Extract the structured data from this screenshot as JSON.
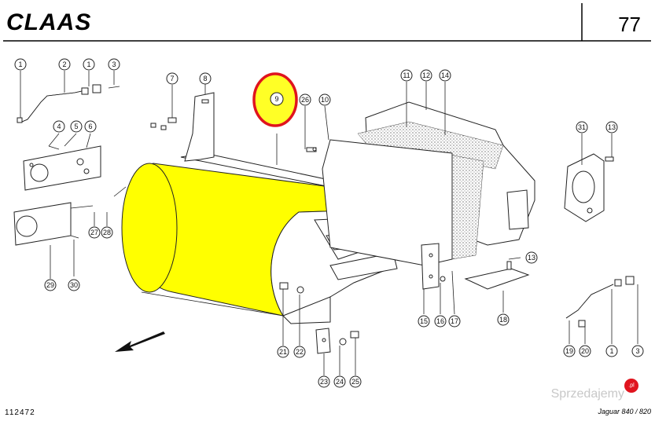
{
  "header": {
    "brand": "CLAAS",
    "page_number": "77"
  },
  "footer": {
    "doc_number": "112472",
    "model": "Jaguar 840 / 820"
  },
  "watermark": {
    "text": "Sprzedajemy",
    "badge": ".pl"
  },
  "highlight": {
    "part": "9",
    "fill_color": "#ffff00",
    "ring_color": "#e0141e"
  },
  "callouts": [
    "1",
    "2",
    "1",
    "3",
    "7",
    "8",
    "9",
    "26",
    "10",
    "11",
    "12",
    "14",
    "4",
    "5",
    "6",
    "31",
    "13",
    "27",
    "28",
    "29",
    "30",
    "13",
    "15",
    "16",
    "17",
    "18",
    "21",
    "22",
    "23",
    "24",
    "25",
    "19",
    "20",
    "1",
    "3"
  ]
}
